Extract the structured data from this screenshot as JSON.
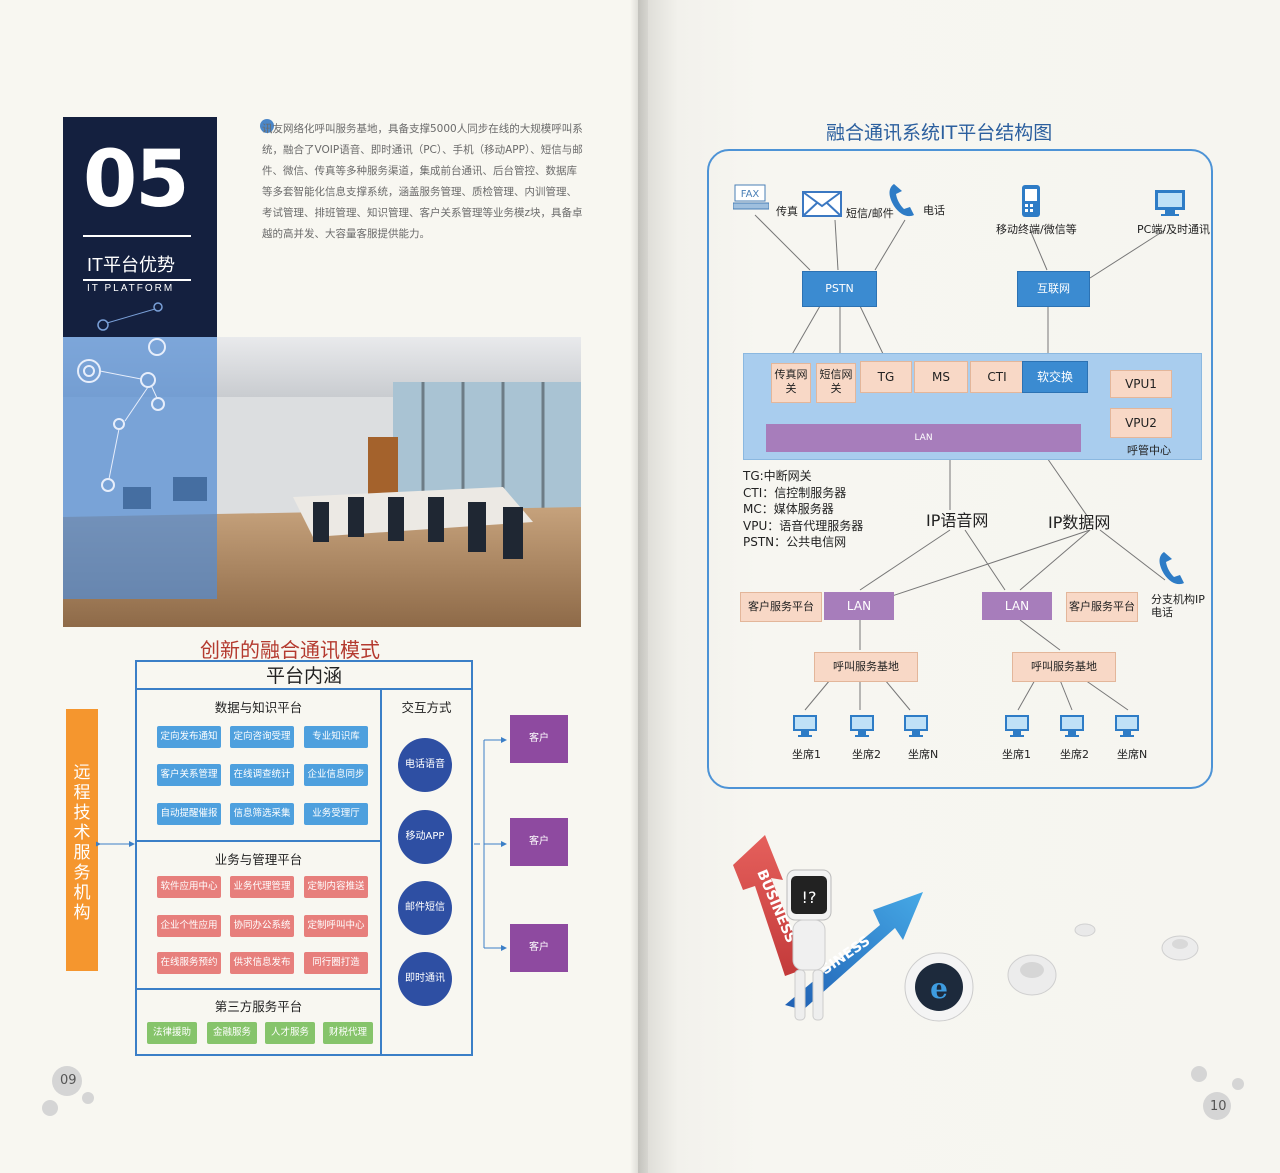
{
  "left_page": {
    "section_number": "05",
    "section_title": "IT平台优势",
    "section_subtitle": "IT PLATFORM",
    "intro_text": "讯友网络化呼叫服务基地，具备支撑5000人同步在线的大规模呼叫系统，融合了VOIP语音、即时通讯（PC）、手机（移动APP）、短信与邮件、微信、传真等多种服务渠道，集成前台通讯、后台管控、数据库等多套智能化信息支撑系统，涵盖服务管理、质检管理、内训管理、考试管理、排班管理、知识管理、客户关系管理等业务模z块，具备卓越的高并发、大容量客服提供能力。",
    "diagram_title": "创新的融合通讯模式",
    "platform_title": "平台内涵",
    "remote_label": "远程技术服务机构",
    "interaction_label": "交互方式",
    "groups": [
      {
        "label": "数据与知识平台",
        "items": [
          "定向发布通知",
          "定向咨询受理",
          "专业知识库",
          "客户关系管理",
          "在线调查统计",
          "企业信息同步",
          "自动提醒催报",
          "信息筛选采集",
          "业务受理厅"
        ]
      },
      {
        "label": "业务与管理平台",
        "items": [
          "软件应用中心",
          "业务代理管理",
          "定制内容推送",
          "企业个性应用",
          "协同办公系统",
          "定制呼叫中心",
          "在线服务预约",
          "供求信息发布",
          "同行圈打造"
        ]
      },
      {
        "label": "第三方服务平台",
        "items": [
          "法律援助",
          "金融服务",
          "人才服务",
          "财税代理"
        ]
      }
    ],
    "channels": [
      "电话语音",
      "移动APP",
      "邮件短信",
      "即时通讯"
    ],
    "customers": [
      "客户",
      "客户",
      "客户"
    ],
    "page_number": "09"
  },
  "right_page": {
    "title": "融合通讯系统IT平台结构图",
    "terminals": {
      "fax": "传真",
      "fax_icon_text": "FAX",
      "sms": "短信/邮件",
      "phone": "电话",
      "mobile": "移动终端/微信等",
      "pc": "PC端/及时通讯"
    },
    "top_nodes": {
      "pstn": "PSTN",
      "internet": "互联网"
    },
    "center_modules": [
      {
        "label": "传真网关"
      },
      {
        "label": "短信网关"
      },
      {
        "label": "TG"
      },
      {
        "label": "MS"
      },
      {
        "label": "CTI"
      },
      {
        "label": "软交换"
      }
    ],
    "vpu": [
      "VPU1",
      "VPU2"
    ],
    "lan": "LAN",
    "center_label": "呼管中心",
    "legend": [
      "TG:中断网关",
      "CTI：信控制服务器",
      "MC：媒体服务器",
      "VPU：语音代理服务器",
      "PSTN：公共电信网"
    ],
    "networks": {
      "voice": "IP语音网",
      "data": "IP数据网"
    },
    "bottom": {
      "left": {
        "service_platform": "客户服务平台",
        "lan": "LAN",
        "base": "呼叫服务基地",
        "seats": [
          "坐席1",
          "坐席2",
          "坐席N"
        ]
      },
      "right": {
        "service_platform": "客户服务平台",
        "lan": "LAN",
        "base": "呼叫服务基地",
        "seats": [
          "坐席1",
          "坐席2",
          "坐席N"
        ]
      },
      "branch": "分支机构IP电话"
    },
    "graphic": {
      "word1": "BUSINESS",
      "word2": "SINESS",
      "robot_screen": "!?"
    },
    "page_number": "10"
  },
  "colors": {
    "navy": "#14203f",
    "blue": "#3b8bd1",
    "purple": "#8e4aa0",
    "orange": "#f5962e",
    "title_red": "#b43a2f"
  }
}
